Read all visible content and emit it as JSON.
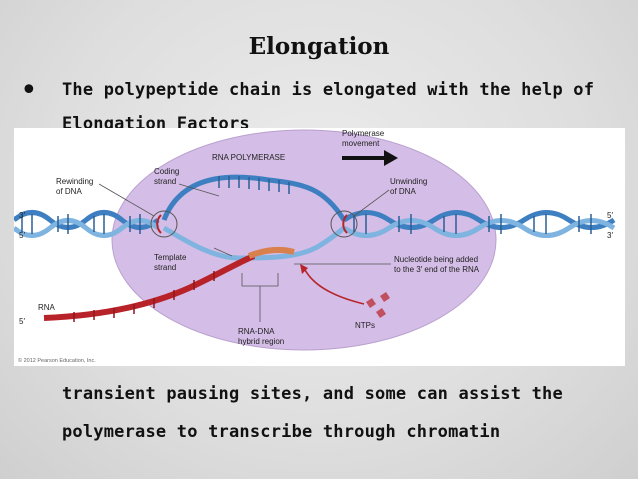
{
  "slide": {
    "title": "Elongation",
    "bullet_symbol": "•",
    "text_line1": "The polypeptide chain is elongated with the help of",
    "text_line2": "Elongation Factors",
    "text_line4": "transient pausing sites, and some can assist the",
    "text_line5": "polymerase to transcribe through chromatin"
  },
  "figure": {
    "labels": {
      "rna_polymerase": "RNA POLYMERASE",
      "polymerase_movement_1": "Polymerase",
      "polymerase_movement_2": "movement",
      "coding_strand_1": "Coding",
      "coding_strand_2": "strand",
      "rewinding_1": "Rewinding",
      "rewinding_2": "of DNA",
      "unwinding_1": "Unwinding",
      "unwinding_2": "of DNA",
      "template_strand_1": "Template",
      "template_strand_2": "strand",
      "nucleotide_1": "Nucleotide being added",
      "nucleotide_2": "to the 3′ end of the RNA",
      "rna": "RNA",
      "ntps": "NTPs",
      "hybrid_1": "RNA-DNA",
      "hybrid_2": "hybrid region",
      "end_3_left": "3′",
      "end_5_left": "5′",
      "end_5_right": "5′",
      "end_3_right": "3′",
      "end_5_rna": "5′",
      "copyright": "© 2012 Pearson Education, Inc."
    },
    "colors": {
      "polymerase": "#d4bde6",
      "dna_blue": "#3d7fc0",
      "dna_light": "#7fb4e0",
      "rna_red": "#b8232a",
      "hybrid_orange": "#d9804f",
      "ntp": "#c05060"
    }
  }
}
